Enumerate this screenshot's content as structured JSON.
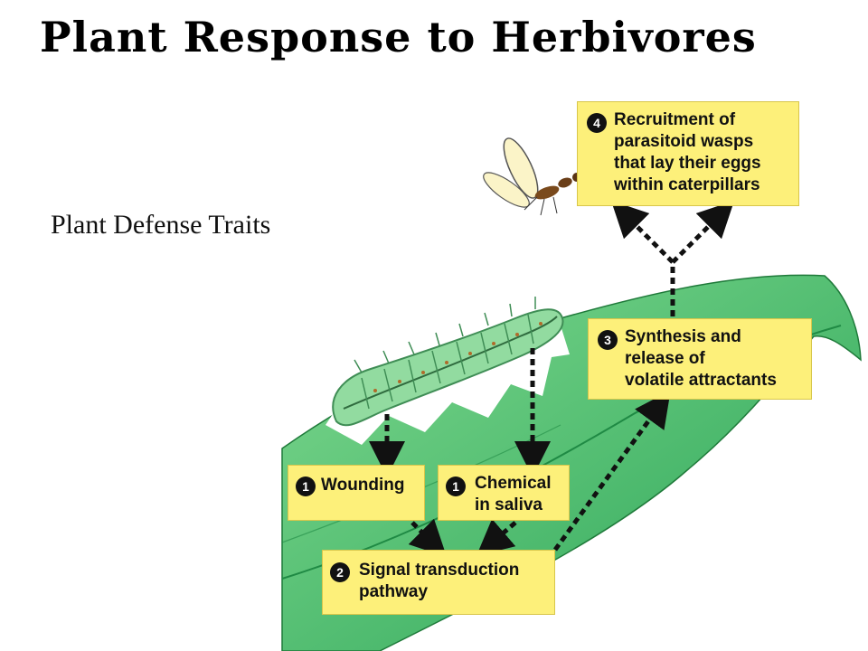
{
  "title": "Plant Response to Herbivores",
  "subtitle": "Plant Defense Traits",
  "colors": {
    "leaf_light": "#6fcf86",
    "leaf_dark": "#1f9a4a",
    "label_box": "#fdf07a",
    "caterpillar": "#92dba0",
    "arrow": "#111111"
  },
  "diagram": {
    "steps": [
      {
        "id": "wounding",
        "number": "1",
        "text": "Wounding"
      },
      {
        "id": "chemical",
        "number": "1",
        "text": "Chemical\nin saliva"
      },
      {
        "id": "signal",
        "number": "2",
        "text": "Signal transduction\npathway"
      },
      {
        "id": "synthesis",
        "number": "3",
        "text": "Synthesis and\nrelease of\nvolatile attractants"
      },
      {
        "id": "recruitment",
        "number": "4",
        "text": "Recruitment of\nparasitoid wasps\nthat lay their eggs\nwithin caterpillars"
      }
    ],
    "icons": [
      "leaf-icon",
      "caterpillar-icon",
      "wasp-icon"
    ]
  }
}
